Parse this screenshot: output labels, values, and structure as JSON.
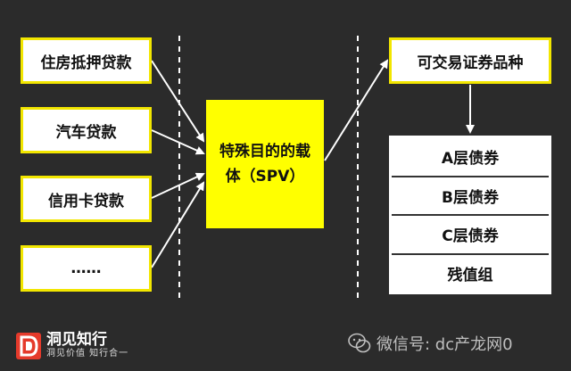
{
  "sources": [
    {
      "label": "住房抵押贷款"
    },
    {
      "label": "汽车贷款"
    },
    {
      "label": "信用卡贷款"
    },
    {
      "label": "……"
    }
  ],
  "spv": {
    "line1": "特殊目的的载",
    "line2": "体（SPV）"
  },
  "product": {
    "label": "可交易证券品种"
  },
  "tranches": [
    {
      "label": "A层债券"
    },
    {
      "label": "B层债券"
    },
    {
      "label": "C层债券"
    },
    {
      "label": "残值组"
    }
  ],
  "footer": {
    "brand": "洞见知行",
    "slogan": "洞见价值  知行合一",
    "watermark": "微信号: dc产龙网0"
  },
  "colors": {
    "background": "#2b2b2b",
    "accent_yellow": "#ffff00",
    "border_yellow": "#f2e600",
    "logo_red": "#e53a2b"
  }
}
